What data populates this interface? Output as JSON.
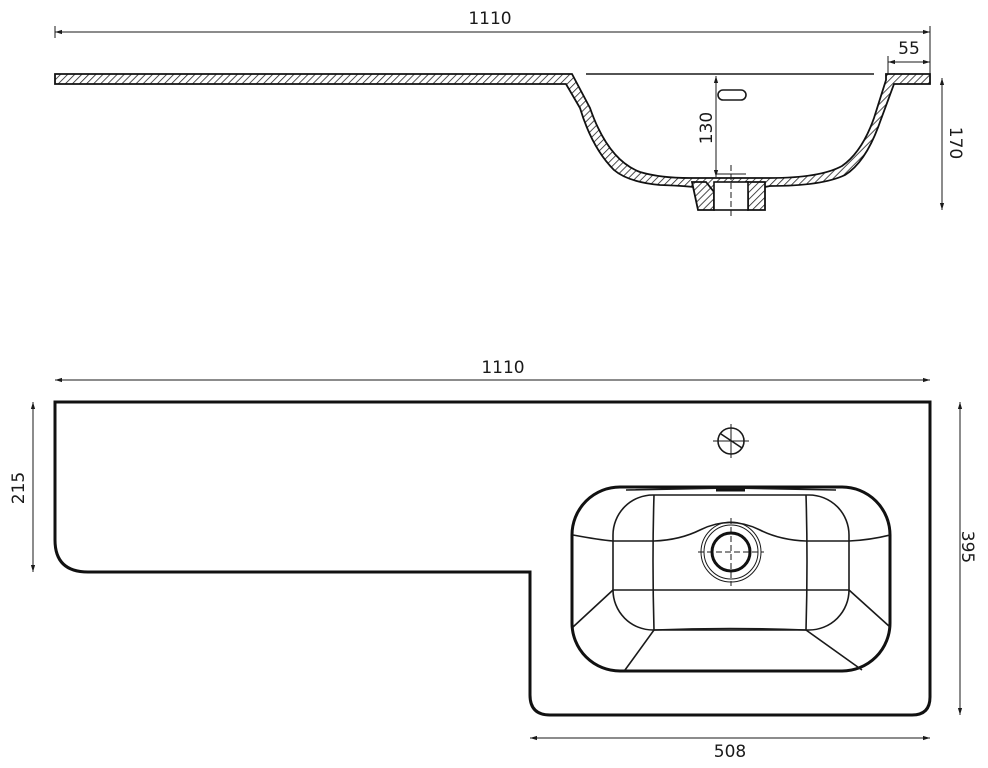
{
  "section_view": {
    "overall_length": "1110",
    "rim_width": "55",
    "basin_depth": "130",
    "total_height": "170"
  },
  "plan_view": {
    "overall_length": "1110",
    "left_depth": "215",
    "total_depth": "395",
    "basin_section_length": "508"
  }
}
